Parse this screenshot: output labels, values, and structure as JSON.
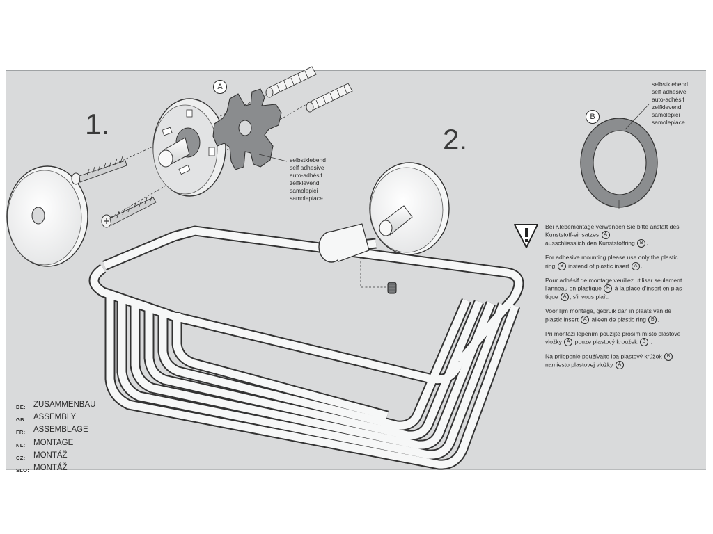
{
  "steps": {
    "one": "1.",
    "two": "2."
  },
  "badges": {
    "a": "A",
    "b": "B"
  },
  "callout_left": "selbstklebend\nself adhesive\nauto-adhésif\nzelfklevend\nsamolepicí\nsamolepiace",
  "callout_right": "selbstklebend\nself adhesive\nauto-adhésif\nzelfklevend\nsamolepicí\nsamolepiace",
  "warning": {
    "icon": "warning-triangle-icon",
    "de_1": "Bei Klebemontage verwenden Sie bitte anstatt des\nKunststoff-einsatzes",
    "de_2": "ausschliesslich den Kunststoffring",
    "gb_1": "For adhesive mounting please use only the plastic\nring",
    "gb_2": "instead of plastic insert",
    "fr_1": "Pour adhésif de montage veuillez utiliser seulement\nl'anneau en plastique",
    "fr_2": "à la place d'insert en plas-\ntique",
    "fr_3": ", s'il vous plaît.",
    "nl_1": "Voor lijm montage, gebruik dan in plaats van de\nplastic insert",
    "nl_2": "alleen de plastic ring",
    "cz_1": "Při montáži lepením použijte prosím místo plastové\nvložky",
    "cz_2": "pouze plastový kroužek",
    "slo_1": "Na prilepenie používajte iba plastový krúžok",
    "slo_2": "namiesto plastovej vložky"
  },
  "languages": [
    {
      "code": "DE:",
      "label": "ZUSAMMENBAU"
    },
    {
      "code": "GB:",
      "label": "ASSEMBLY"
    },
    {
      "code": "FR:",
      "label": "ASSEMBLAGE"
    },
    {
      "code": "NL:",
      "label": "MONTAGE"
    },
    {
      "code": "CZ:",
      "label": "MONTÁŽ"
    },
    {
      "code": "SLO:",
      "label": "MONTÁŽ"
    }
  ]
}
